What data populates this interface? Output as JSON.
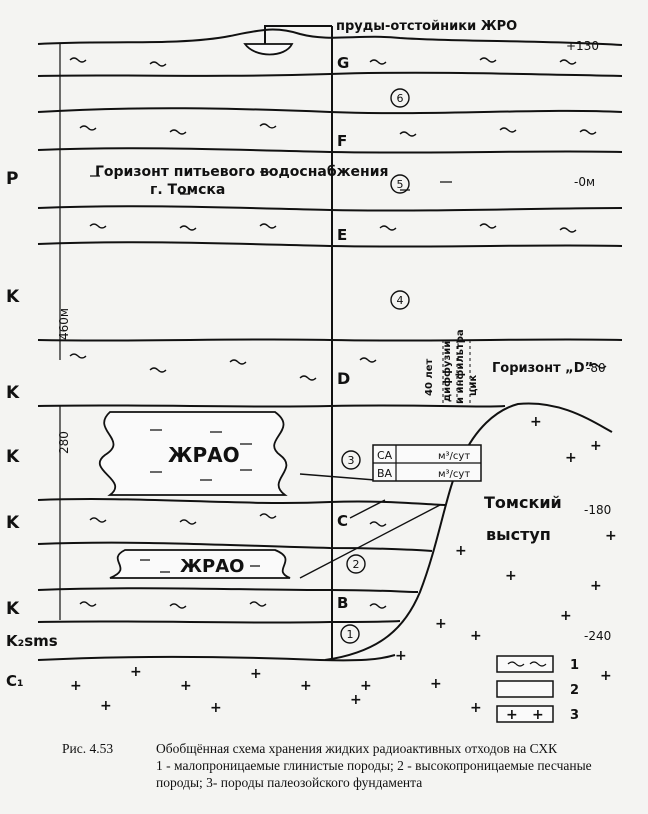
{
  "top_label": "пруды-отстойники ЖРО",
  "elevations": {
    "top": "+130",
    "zero": "-0м",
    "horizon_d": "-80",
    "tomsk": "-180",
    "bottom": "-240"
  },
  "horizons": {
    "G": "G",
    "F": "F",
    "E": "E",
    "D": "D",
    "C": "C",
    "B": "B"
  },
  "layers": {
    "l6": "6",
    "l5": "5",
    "l4": "4",
    "l3": "3",
    "l2": "2",
    "l1": "1"
  },
  "ages": {
    "p": "P",
    "k1": "K",
    "k2": "K",
    "k3": "K",
    "k4": "K",
    "k5": "K",
    "k2sms": "K₂sms",
    "c1": "C₁"
  },
  "thickness": {
    "upper": "460м",
    "lower": "280"
  },
  "aquifer_label": {
    "line1": "Горизонт питьевого водоснабжения",
    "line2": "г. Томска"
  },
  "horizon_d_label": "Горизонт „D”",
  "diffusion_labels": {
    "years": "40 лет",
    "diff": "диффузии",
    "infiltr": "и инфильтра",
    "cik": "цик"
  },
  "zhrao": {
    "upper": "ЖРАО",
    "lower": "ЖРАО"
  },
  "tomsk_label": {
    "line1": "Томский",
    "line2": "выступ"
  },
  "table": {
    "row1_name": "СА",
    "row1_unit": "м³/сут",
    "row2_name": "ВА",
    "row2_unit": "м³/сут"
  },
  "legend": {
    "n1": "1",
    "n2": "2",
    "n3": "3"
  },
  "caption": {
    "figure": "Рис. 4.53",
    "title": "Обобщённая схема хранения жидких радиоактивных отходов на СХК",
    "line2": "1 - малопроницаемые глинистые породы; 2 - высокопроницаемые песчаные",
    "line3": "породы; 3- породы палеозойского фундамента"
  }
}
